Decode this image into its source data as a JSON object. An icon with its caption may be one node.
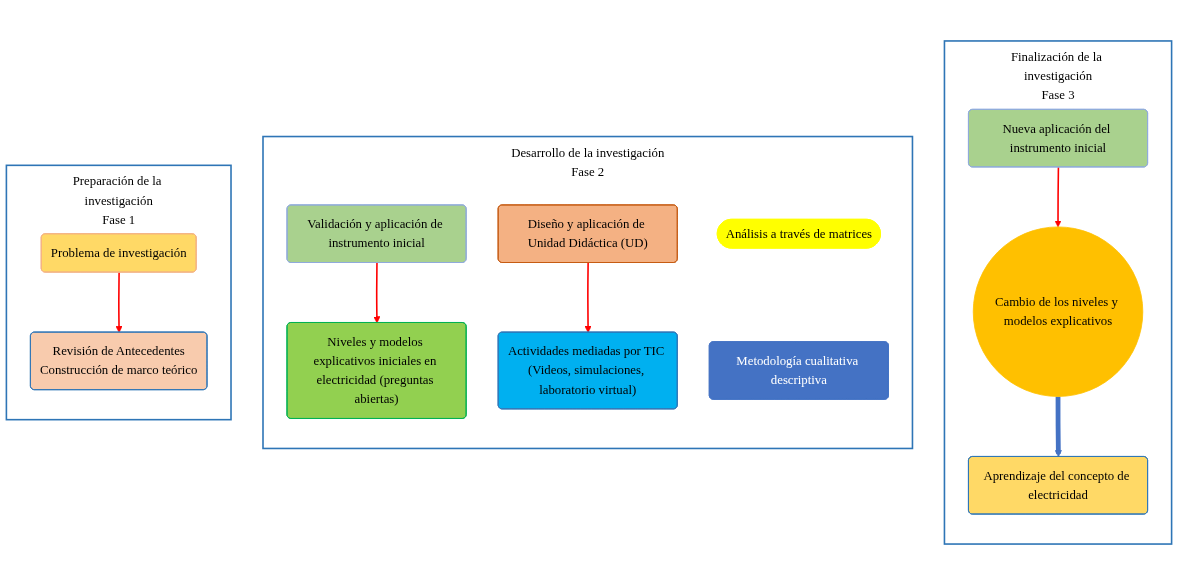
{
  "diagram": {
    "nodes": [
      {
        "text": [
          "Preparación de la investigación"
        ],
        "beside": [
          "Fase 1"
        ]
      },
      {
        "text": [
          "Problema de investigación"
        ],
        "in": 0
      },
      {
        "text": [
          "Revisión de Antecedentes",
          "Construcción de marco teórico"
        ],
        "in": 0
      },
      {
        "text": [
          "Desarrollo de la investigación"
        ],
        "beside": [
          "Fase 2"
        ]
      },
      {
        "text": [
          "Validación y aplicación de instrumento inicial"
        ],
        "in": 3
      },
      {
        "text": [
          "Análisis a través de matrices"
        ],
        "in": 3
      },
      {
        "text": [
          "Diseño y aplicación de Unidad Didáctica (UD)"
        ],
        "in": 3
      },
      {
        "text": [
          "Niveles y modelos explicativos iniciales en electricidad (preguntas abiertas)"
        ],
        "in": 3
      },
      {
        "text": [
          "Metodología cualitativa descriptiva"
        ],
        "in": 3
      },
      {
        "text": [
          "Actividades mediadas por TIC (Videos, simulaciones, laboratorio virtual)"
        ],
        "in": 3
      },
      {
        "text": [
          "Finalización de la investigación"
        ],
        "beside": [
          "Fase 3"
        ]
      },
      {
        "text": [
          "Nueva aplicación del instrumento inicial"
        ],
        "in": 10
      },
      {
        "text": [
          "Cambio de los niveles y modelos explicativos"
        ],
        "in": 10
      },
      {
        "text": [
          "Aprendizaje del concepto de electricidad"
        ],
        "in": 10
      }
    ],
    "edges": [
      {
        "from": 1,
        "to": 2,
        "arrow": "to"
      },
      {
        "from": 4,
        "to": 7,
        "arrow": "to"
      },
      {
        "from": 6,
        "to": 9,
        "arrow": "to"
      },
      {
        "from": 11,
        "to": 12,
        "arrow": "to"
      },
      {
        "from": 12,
        "to": 13,
        "arrow": "to",
        "style": "thick",
        "color": "#4472c4"
      }
    ]
  }
}
